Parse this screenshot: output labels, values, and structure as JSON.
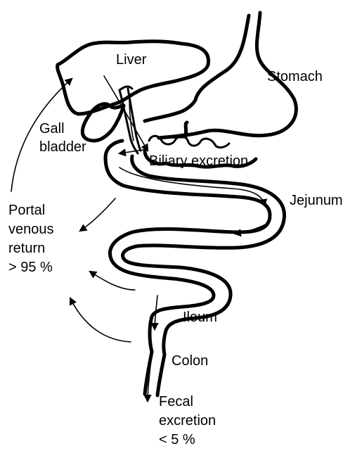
{
  "labels": {
    "liver": "Liver",
    "stomach": "Stomach",
    "gall_bladder": [
      "Gall",
      "bladder"
    ],
    "biliary_excretion": "Biliary excretion",
    "jejunum": "Jejunum",
    "portal_return": [
      "Portal",
      "venous",
      "return",
      "> 95 %"
    ],
    "ileum": "Ileum",
    "colon": "Colon",
    "fecal_excretion": [
      "Fecal",
      "excretion",
      "< 5 %"
    ]
  }
}
